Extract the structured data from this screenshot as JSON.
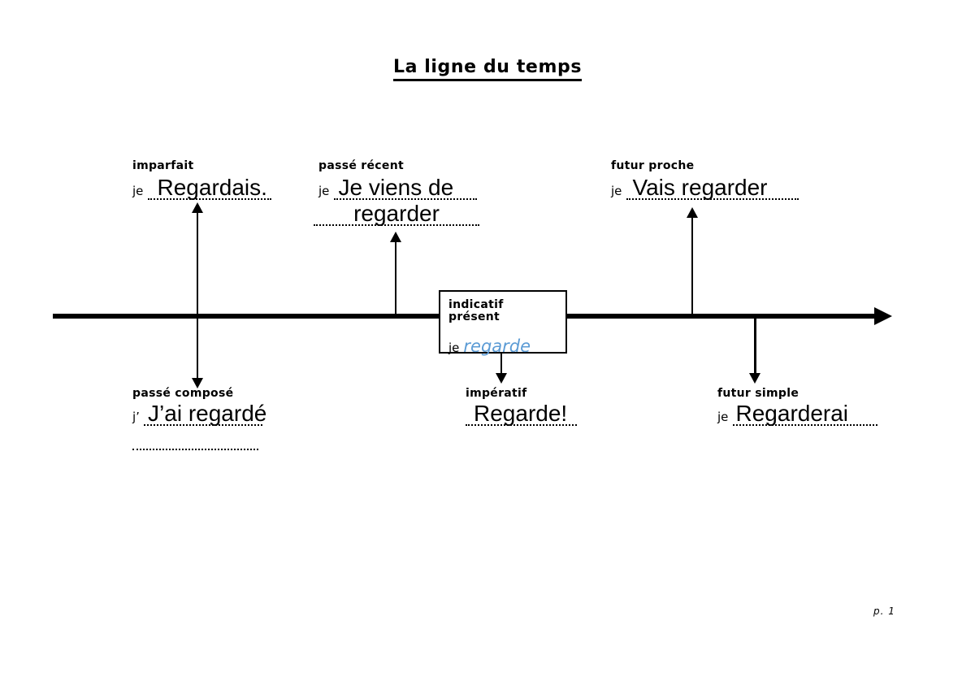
{
  "title": "La ligne du temps",
  "page_number": "p. 1",
  "colors": {
    "ink": "#000000",
    "present_verb_blue": "#5b9bd5"
  },
  "present_box": {
    "label": "indicatif présent",
    "pronoun": "je",
    "verb": "regarde"
  },
  "tenses": {
    "imparfait": {
      "label": "imparfait",
      "pronoun": "je",
      "answer": "Regardais."
    },
    "passe_recent": {
      "label": "passé récent",
      "pronoun": "je",
      "answer_line1": "Je viens de",
      "answer_line2": "regarder"
    },
    "futur_proche": {
      "label": "futur proche",
      "pronoun": "je",
      "answer": "Vais regarder"
    },
    "passe_compose": {
      "label": "passé composé",
      "pronoun": "j’",
      "answer": "J’ai regardé"
    },
    "imperatif": {
      "label": "impératif",
      "answer": "Regarde!"
    },
    "futur_simple": {
      "label": "futur simple",
      "pronoun": "je",
      "answer": "Regarderai"
    }
  }
}
